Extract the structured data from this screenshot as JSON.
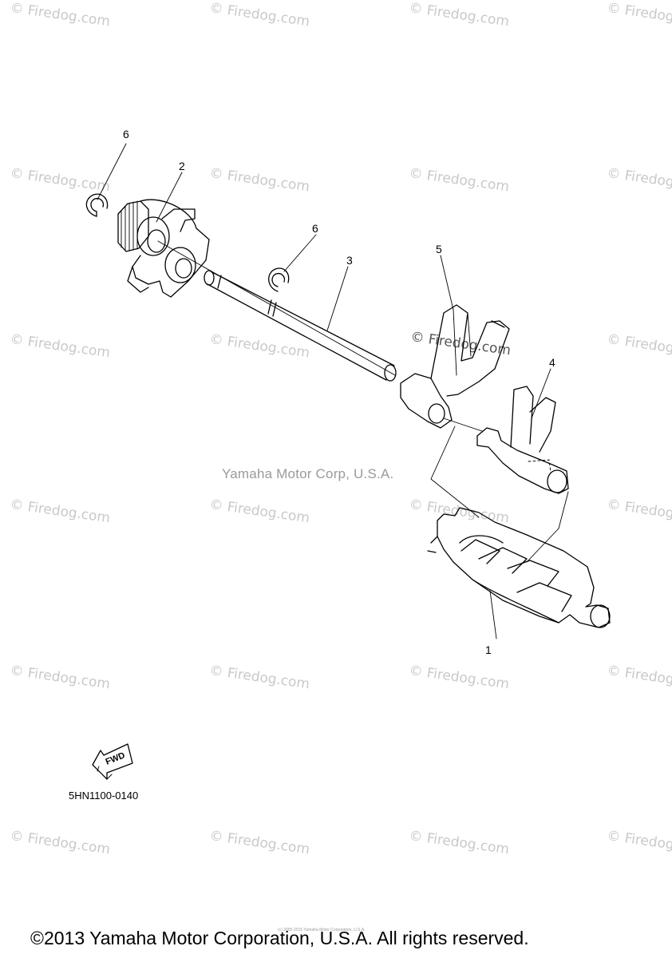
{
  "watermark_text": "© Firedog.com",
  "brand_watermark": "Yamaha Motor Corp, U.S.A.",
  "callouts": {
    "part1": "1",
    "part2": "2",
    "part3": "3",
    "part4": "4",
    "part5": "5",
    "part6a": "6",
    "part6b": "6"
  },
  "fwd_label": "FWD",
  "drawing_code": "5HN1100-0140",
  "tiny_notice": "(c) 2005-2015 Yamaha Motor Corporation, U.S.A.",
  "copyright": "©2013 Yamaha Motor Corporation, U.S.A. All rights reserved."
}
